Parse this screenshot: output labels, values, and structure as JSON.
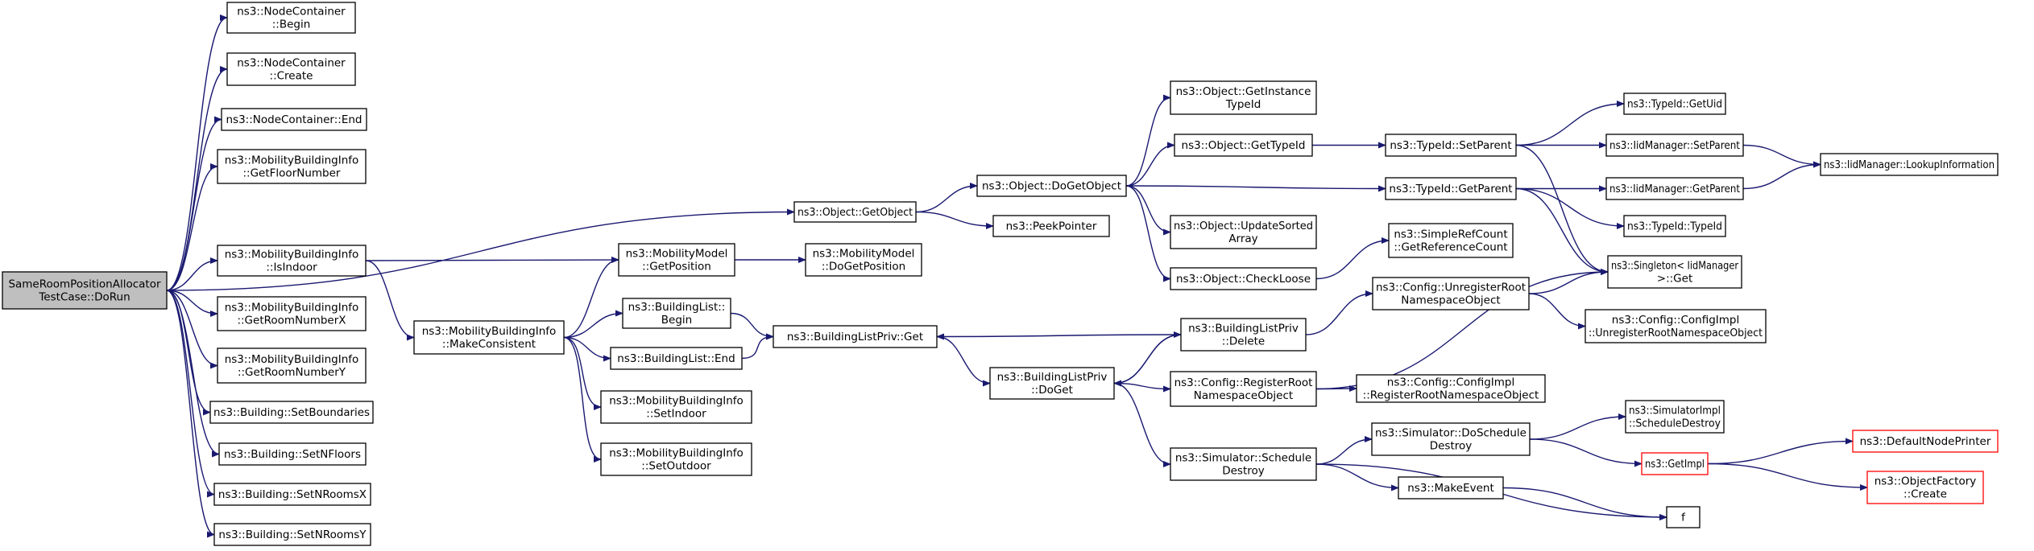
{
  "graph": {
    "title": "",
    "colors": {
      "edge": "#191970",
      "node_border": "#000000",
      "root_fill": "#bfbfbf",
      "truncated_border": "#ff0000",
      "background": "#ffffff"
    },
    "nodes": [
      {
        "id": "root",
        "lines": [
          "SameRoomPositionAllocator",
          "TestCase::DoRun"
        ],
        "style": "root"
      },
      {
        "id": "nc_begin",
        "lines": [
          "ns3::NodeContainer",
          "::Begin"
        ]
      },
      {
        "id": "nc_create",
        "lines": [
          "ns3::NodeContainer",
          "::Create"
        ]
      },
      {
        "id": "nc_end",
        "lines": [
          "ns3::NodeContainer::End"
        ]
      },
      {
        "id": "mbi_floor",
        "lines": [
          "ns3::MobilityBuildingInfo",
          "::GetFloorNumber"
        ]
      },
      {
        "id": "mbi_isindoor",
        "lines": [
          "ns3::MobilityBuildingInfo",
          "::IsIndoor"
        ]
      },
      {
        "id": "mbi_roomx",
        "lines": [
          "ns3::MobilityBuildingInfo",
          "::GetRoomNumberX"
        ]
      },
      {
        "id": "mbi_roomy",
        "lines": [
          "ns3::MobilityBuildingInfo",
          "::GetRoomNumberY"
        ]
      },
      {
        "id": "b_setbounds",
        "lines": [
          "ns3::Building::SetBoundaries"
        ]
      },
      {
        "id": "b_setnfloors",
        "lines": [
          "ns3::Building::SetNFloors"
        ]
      },
      {
        "id": "b_setnroomsx",
        "lines": [
          "ns3::Building::SetNRoomsX"
        ]
      },
      {
        "id": "b_setnroomsy",
        "lines": [
          "ns3::Building::SetNRoomsY"
        ]
      },
      {
        "id": "mbi_makeconsistent",
        "lines": [
          "ns3::MobilityBuildingInfo",
          "::MakeConsistent"
        ]
      },
      {
        "id": "mm_getpos",
        "lines": [
          "ns3::MobilityModel",
          "::GetPosition"
        ]
      },
      {
        "id": "mm_dogetpos",
        "lines": [
          "ns3::MobilityModel",
          "::DoGetPosition"
        ]
      },
      {
        "id": "bl_begin",
        "lines": [
          "ns3::BuildingList::",
          "Begin"
        ]
      },
      {
        "id": "bl_end",
        "lines": [
          "ns3::BuildingList::End"
        ]
      },
      {
        "id": "mbi_setindoor",
        "lines": [
          "ns3::MobilityBuildingInfo",
          "::SetIndoor"
        ]
      },
      {
        "id": "mbi_setoutdoor",
        "lines": [
          "ns3::MobilityBuildingInfo",
          "::SetOutdoor"
        ]
      },
      {
        "id": "blp_get",
        "lines": [
          "ns3::BuildingListPriv::Get"
        ]
      },
      {
        "id": "obj_getobject",
        "lines": [
          "ns3::Object::GetObject"
        ]
      },
      {
        "id": "obj_dogetobject",
        "lines": [
          "ns3::Object::DoGetObject"
        ]
      },
      {
        "id": "peekpointer",
        "lines": [
          "ns3::PeekPointer"
        ]
      },
      {
        "id": "blp_doget",
        "lines": [
          "ns3::BuildingListPriv",
          "::DoGet"
        ]
      },
      {
        "id": "obj_getinstancetypeid",
        "lines": [
          "ns3::Object::GetInstance",
          "TypeId"
        ]
      },
      {
        "id": "obj_gettypeid",
        "lines": [
          "ns3::Object::GetTypeId"
        ]
      },
      {
        "id": "obj_updatesorted",
        "lines": [
          "ns3::Object::UpdateSorted",
          "Array"
        ]
      },
      {
        "id": "obj_checkloose",
        "lines": [
          "ns3::Object::CheckLoose"
        ]
      },
      {
        "id": "blp_delete",
        "lines": [
          "ns3::BuildingListPriv",
          "::Delete"
        ]
      },
      {
        "id": "cfg_registerroot",
        "lines": [
          "ns3::Config::RegisterRoot",
          "NamespaceObject"
        ]
      },
      {
        "id": "sim_scheduledestroy",
        "lines": [
          "ns3::Simulator::Schedule",
          "Destroy"
        ]
      },
      {
        "id": "typeid_setparent",
        "lines": [
          "ns3::TypeId::SetParent"
        ]
      },
      {
        "id": "typeid_getparent",
        "lines": [
          "ns3::TypeId::GetParent"
        ]
      },
      {
        "id": "simplerefcount",
        "lines": [
          "ns3::SimpleRefCount",
          "::GetReferenceCount"
        ]
      },
      {
        "id": "cfg_unregisterroot",
        "lines": [
          "ns3::Config::UnregisterRoot",
          "NamespaceObject"
        ]
      },
      {
        "id": "cfgimpl_registerroot",
        "lines": [
          "ns3::Config::ConfigImpl",
          "::RegisterRootNamespaceObject"
        ]
      },
      {
        "id": "sim_doscheduledestroy",
        "lines": [
          "ns3::Simulator::DoSchedule",
          "Destroy"
        ]
      },
      {
        "id": "makeevent",
        "lines": [
          "ns3::MakeEvent"
        ]
      },
      {
        "id": "typeid_getuid",
        "lines": [
          "ns3::TypeId::GetUid"
        ]
      },
      {
        "id": "iid_setparent",
        "lines": [
          "ns3::IidManager::SetParent"
        ]
      },
      {
        "id": "iid_getparent",
        "lines": [
          "ns3::IidManager::GetParent"
        ]
      },
      {
        "id": "typeid_typeid",
        "lines": [
          "ns3::TypeId::TypeId"
        ]
      },
      {
        "id": "singleton_get",
        "lines": [
          "ns3::Singleton< IidManager",
          " >::Get"
        ]
      },
      {
        "id": "cfgimpl_unregisterroot",
        "lines": [
          "ns3::Config::ConfigImpl",
          "::UnregisterRootNamespaceObject"
        ]
      },
      {
        "id": "simimpl_scheduledestroy",
        "lines": [
          "ns3::SimulatorImpl",
          "::ScheduleDestroy"
        ]
      },
      {
        "id": "getimpl",
        "lines": [
          "ns3::GetImpl"
        ],
        "style": "red"
      },
      {
        "id": "f",
        "lines": [
          "f"
        ]
      },
      {
        "id": "iid_lookup",
        "lines": [
          "ns3::IidManager::LookupInformation"
        ]
      },
      {
        "id": "defaultnodeprinter",
        "lines": [
          "ns3::DefaultNodePrinter"
        ],
        "style": "red"
      },
      {
        "id": "objectfactory_create",
        "lines": [
          "ns3::ObjectFactory",
          "::Create"
        ],
        "style": "red"
      }
    ],
    "edges": [
      [
        "root",
        "nc_begin"
      ],
      [
        "root",
        "nc_create"
      ],
      [
        "root",
        "nc_end"
      ],
      [
        "root",
        "mbi_floor"
      ],
      [
        "root",
        "obj_getobject"
      ],
      [
        "root",
        "mbi_isindoor"
      ],
      [
        "root",
        "mbi_roomx"
      ],
      [
        "root",
        "mbi_roomy"
      ],
      [
        "root",
        "b_setbounds"
      ],
      [
        "root",
        "b_setnfloors"
      ],
      [
        "root",
        "b_setnroomsx"
      ],
      [
        "root",
        "b_setnroomsy"
      ],
      [
        "mbi_isindoor",
        "mm_getpos"
      ],
      [
        "mbi_isindoor",
        "mbi_makeconsistent"
      ],
      [
        "mbi_makeconsistent",
        "mm_getpos"
      ],
      [
        "mbi_makeconsistent",
        "bl_begin"
      ],
      [
        "mbi_makeconsistent",
        "bl_end"
      ],
      [
        "mbi_makeconsistent",
        "mbi_setindoor"
      ],
      [
        "mbi_makeconsistent",
        "mbi_setoutdoor"
      ],
      [
        "mm_getpos",
        "mm_dogetpos"
      ],
      [
        "bl_begin",
        "blp_get"
      ],
      [
        "bl_end",
        "blp_get"
      ],
      [
        "blp_get",
        "blp_doget"
      ],
      [
        "obj_getobject",
        "obj_dogetobject"
      ],
      [
        "obj_getobject",
        "peekpointer"
      ],
      [
        "obj_dogetobject",
        "obj_getinstancetypeid"
      ],
      [
        "obj_dogetobject",
        "obj_gettypeid"
      ],
      [
        "obj_dogetobject",
        "typeid_getparent"
      ],
      [
        "obj_dogetobject",
        "obj_updatesorted"
      ],
      [
        "obj_dogetobject",
        "obj_checkloose"
      ],
      [
        "blp_doget",
        "blp_delete"
      ],
      [
        "blp_doget",
        "cfg_registerroot"
      ],
      [
        "blp_doget",
        "sim_scheduledestroy"
      ],
      [
        "blp_delete",
        "blp_get"
      ],
      [
        "blp_delete",
        "blp_doget"
      ],
      [
        "blp_delete",
        "cfg_unregisterroot"
      ],
      [
        "obj_gettypeid",
        "typeid_setparent"
      ],
      [
        "obj_checkloose",
        "simplerefcount"
      ],
      [
        "typeid_setparent",
        "typeid_getuid"
      ],
      [
        "typeid_setparent",
        "iid_setparent"
      ],
      [
        "typeid_setparent",
        "singleton_get"
      ],
      [
        "typeid_getparent",
        "iid_getparent"
      ],
      [
        "typeid_getparent",
        "typeid_typeid"
      ],
      [
        "typeid_getparent",
        "singleton_get"
      ],
      [
        "cfg_unregisterroot",
        "singleton_get"
      ],
      [
        "cfg_unregisterroot",
        "cfgimpl_unregisterroot"
      ],
      [
        "cfg_registerroot",
        "cfgimpl_registerroot"
      ],
      [
        "cfg_registerroot",
        "singleton_get"
      ],
      [
        "sim_scheduledestroy",
        "sim_doscheduledestroy"
      ],
      [
        "sim_scheduledestroy",
        "makeevent"
      ],
      [
        "sim_scheduledestroy",
        "f"
      ],
      [
        "sim_doscheduledestroy",
        "simimpl_scheduledestroy"
      ],
      [
        "sim_doscheduledestroy",
        "getimpl"
      ],
      [
        "makeevent",
        "f"
      ],
      [
        "iid_setparent",
        "iid_lookup"
      ],
      [
        "iid_getparent",
        "iid_lookup"
      ],
      [
        "getimpl",
        "defaultnodeprinter"
      ],
      [
        "getimpl",
        "objectfactory_create"
      ]
    ]
  }
}
